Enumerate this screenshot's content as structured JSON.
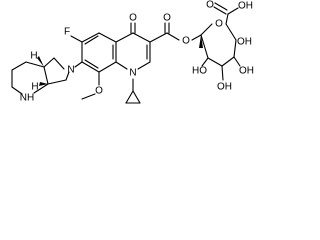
{
  "atoms": {
    "o_carboxyl_dbl": "O",
    "oh_carboxyl": "OH",
    "o_ring": "O",
    "oh_1": "OH",
    "oh_2": "OH",
    "ho_1": "HO",
    "oh_3": "OH",
    "o_ester_dbl": "O",
    "o_ketone": "O",
    "o_ester": "O",
    "f": "F",
    "n_pyrrolidine": "N",
    "h_stereo_1": "H",
    "h_stereo_2": "H",
    "nh": "NH",
    "o_methoxy": "O",
    "n_quinoline": "N"
  }
}
